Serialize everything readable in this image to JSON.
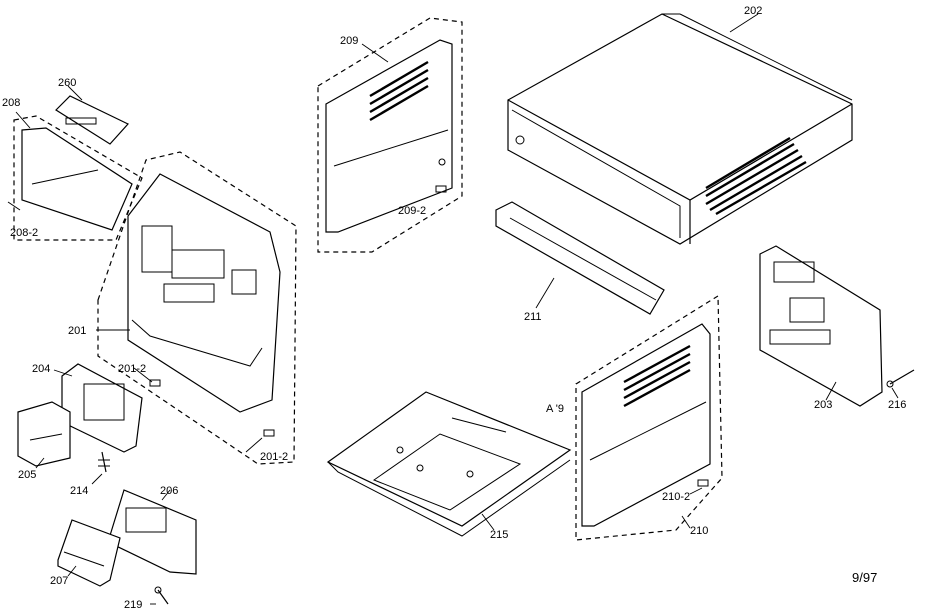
{
  "diagram": {
    "date_code": "9/97",
    "parts": [
      {
        "id": "p202",
        "label": "202"
      },
      {
        "id": "p209",
        "label": "209"
      },
      {
        "id": "p209_2",
        "label": "209-2"
      },
      {
        "id": "p260",
        "label": "260"
      },
      {
        "id": "p208",
        "label": "208"
      },
      {
        "id": "p208_2",
        "label": "208-2"
      },
      {
        "id": "p201",
        "label": "201"
      },
      {
        "id": "p201_2a",
        "label": "201-2"
      },
      {
        "id": "p201_2b",
        "label": "201-2"
      },
      {
        "id": "p204",
        "label": "204"
      },
      {
        "id": "p205",
        "label": "205"
      },
      {
        "id": "p214",
        "label": "214"
      },
      {
        "id": "p206",
        "label": "206"
      },
      {
        "id": "p207",
        "label": "207"
      },
      {
        "id": "p219",
        "label": "219"
      },
      {
        "id": "p211",
        "label": "211"
      },
      {
        "id": "p215",
        "label": "215"
      },
      {
        "id": "pA9",
        "label": "A '9"
      },
      {
        "id": "p210_2",
        "label": "210-2"
      },
      {
        "id": "p210",
        "label": "210"
      },
      {
        "id": "p203",
        "label": "203"
      },
      {
        "id": "p216",
        "label": "216"
      }
    ]
  }
}
